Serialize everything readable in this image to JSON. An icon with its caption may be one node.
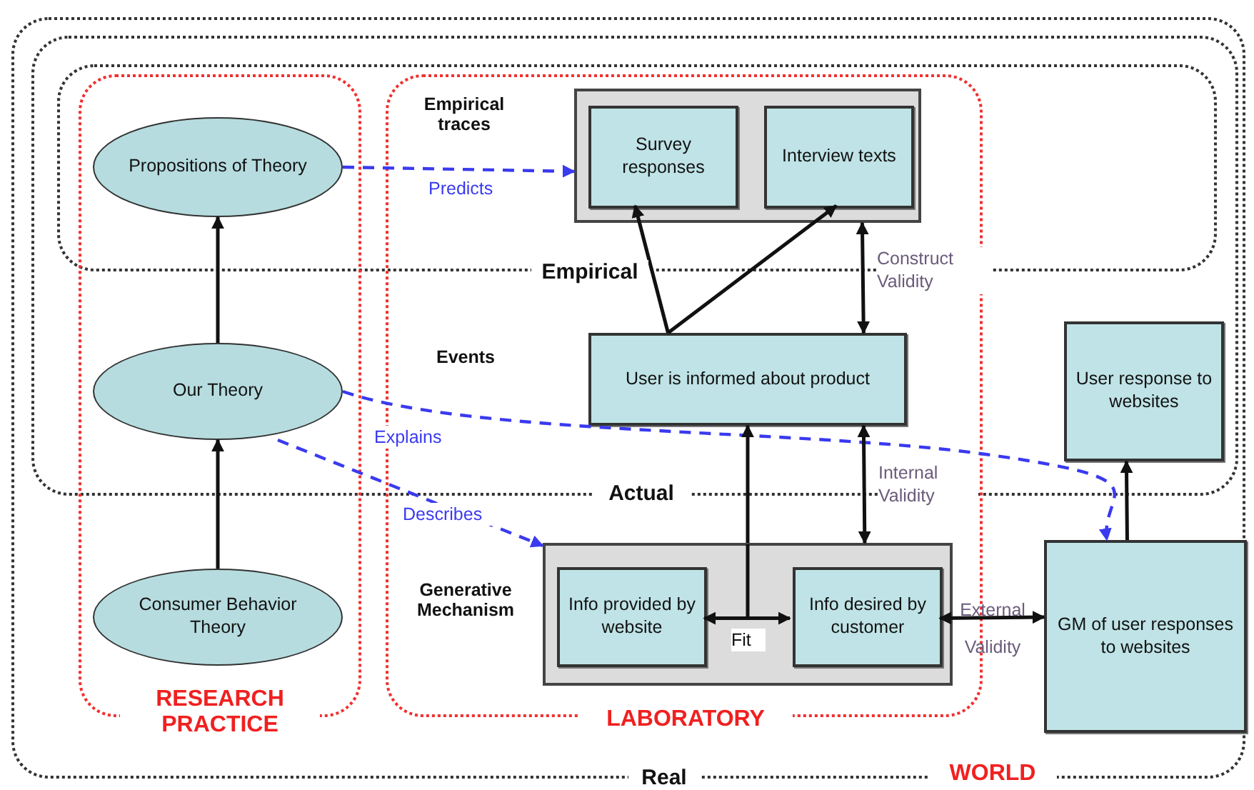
{
  "diagram": {
    "nodes": [
      {
        "text": [
          "Propositions of Theory"
        ]
      },
      {
        "text": [
          "Our Theory"
        ]
      },
      {
        "text": [
          "Consumer Behavior Theory"
        ]
      },
      {
        "text": [],
        "shape": "box"
      },
      {
        "text": [
          "Survey responses"
        ],
        "in": 3
      },
      {
        "text": [
          "Interview texts"
        ],
        "in": 3
      },
      {
        "text": [
          "User is informed about product"
        ]
      },
      {
        "text": [],
        "shape": "box"
      },
      {
        "text": [
          "Info provided by website"
        ],
        "in": 7
      },
      {
        "text": [
          "Info desired by customer"
        ],
        "in": 7
      },
      {
        "text": [
          "User response to websites"
        ]
      },
      {
        "text": [
          "GM of user responses to websites"
        ]
      }
    ],
    "edges": [
      {
        "from": 1,
        "to": 0,
        "arrow": "to"
      },
      {
        "from": 2,
        "to": 1,
        "arrow": "to"
      },
      {
        "from": 0,
        "to": 3,
        "arrow": "to",
        "label": "Predicts",
        "style": "dashed",
        "color": "#3a3af0"
      },
      {
        "from": 1,
        "to": 11,
        "arrow": "to",
        "label": "Explains",
        "style": "dashed",
        "color": "#3a3af0"
      },
      {
        "from": 1,
        "to": 7,
        "arrow": "to",
        "label": "Describes",
        "style": "dashed",
        "color": "#3a3af0"
      },
      {
        "from": 6,
        "to": 4,
        "arrow": "to"
      },
      {
        "from": 6,
        "to": 5,
        "arrow": "to"
      },
      {
        "from": 3,
        "to": 6,
        "arrow": "both",
        "label": "Construct Validity"
      },
      {
        "from": 7,
        "to": 6,
        "arrow": "to"
      },
      {
        "from": 8,
        "to": 9,
        "arrow": "both",
        "label": "Fit"
      },
      {
        "from": 6,
        "to": 7,
        "arrow": "both",
        "label": "Internal Validity"
      },
      {
        "from": 9,
        "to": 11,
        "arrow": "both",
        "label": "External Validity"
      },
      {
        "from": 11,
        "to": 10,
        "arrow": "to"
      }
    ],
    "labels": [
      "Empirical traces",
      "Empirical",
      "Events",
      "Actual",
      "Generative Mechanism",
      "RESEARCH PRACTICE",
      "LABORATORY",
      "Real",
      "WORLD"
    ]
  }
}
